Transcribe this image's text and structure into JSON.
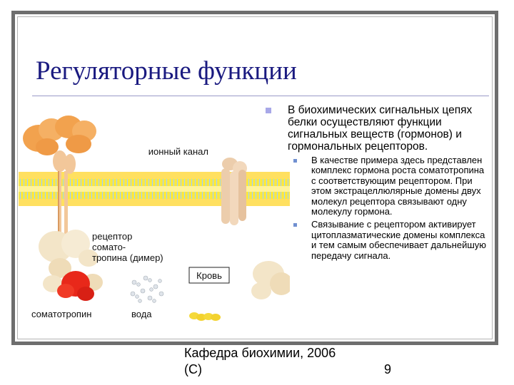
{
  "slide": {
    "title": "Регуляторные функции",
    "bullet_main": "В биохимических сигнальных цепях белки осуществляют функции сигнальных веществ (гормонов) и гормональных рецепторов.",
    "sub_bullets": [
      "В качестве примера здесь представлен комплекс гормона роста соматотропина с соответствующим рецептором. При этом экстрацеллюлярные домены двух молекул рецептора связывают одну молекулу гормона.",
      "Связывание с рецептором активирует цитоплазматические домены комплекса и тем самым обеспечивает дальнейшую передачу сигнала."
    ],
    "footer_line1": "Кафедра биохимии, 2006",
    "footer_line2": "(С)",
    "page_number": "9"
  },
  "figure": {
    "labels": {
      "ion_channel": "ионный канал",
      "receptor_1": "рецептор",
      "receptor_2": "сомато-",
      "receptor_3": "тропина (димер)",
      "blood": "Кровь",
      "somatotropin": "соматотропин",
      "water": "вода"
    },
    "colors": {
      "membrane": "#ffe93a",
      "membrane_lines": "#9ed0ff",
      "receptor_upper": "#f2a24e",
      "receptor_lower": "#f3e5c8",
      "hormone": "#e8281a",
      "channel": "#eccdac"
    }
  }
}
